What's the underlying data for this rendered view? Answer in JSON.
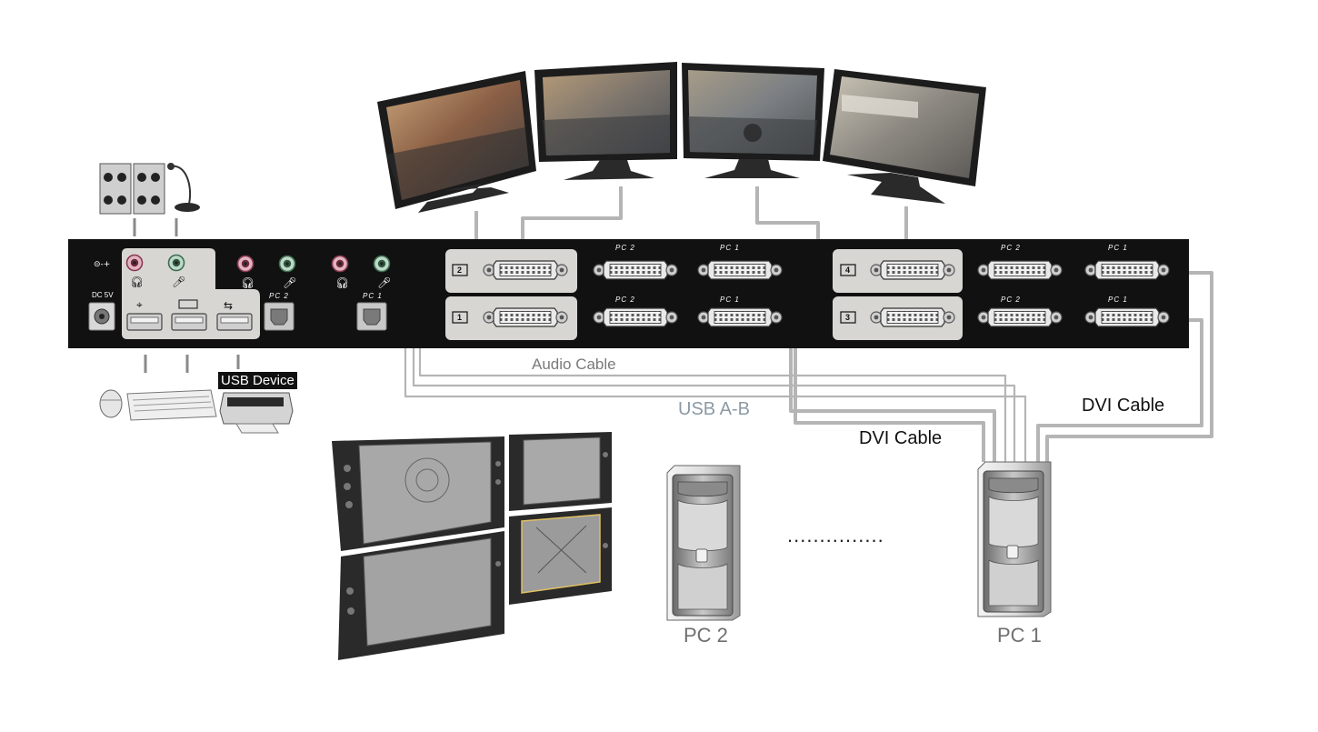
{
  "labels": {
    "audio_cable": "Audio Cable",
    "usb_cable": "USB A-B",
    "dvi_cable_left": "DVI Cable",
    "dvi_cable_right": "DVI Cable",
    "usb_device": "USB Device",
    "pc2": "PC 2",
    "pc1": "PC 1",
    "dots": "...............",
    "dc_in": "DC  5V"
  },
  "port_labels": {
    "pc2": "PC 2",
    "pc1": "PC 1"
  },
  "monitor_numbers": [
    "2",
    "1",
    "4",
    "3"
  ],
  "colors": {
    "device_body": "#111111",
    "panel": "#d8d6d2",
    "cable": "#b5b5b5",
    "dvi_connector": "#e8e8e8",
    "audio_red": "#c0506a",
    "audio_green": "#4f8f6a"
  }
}
